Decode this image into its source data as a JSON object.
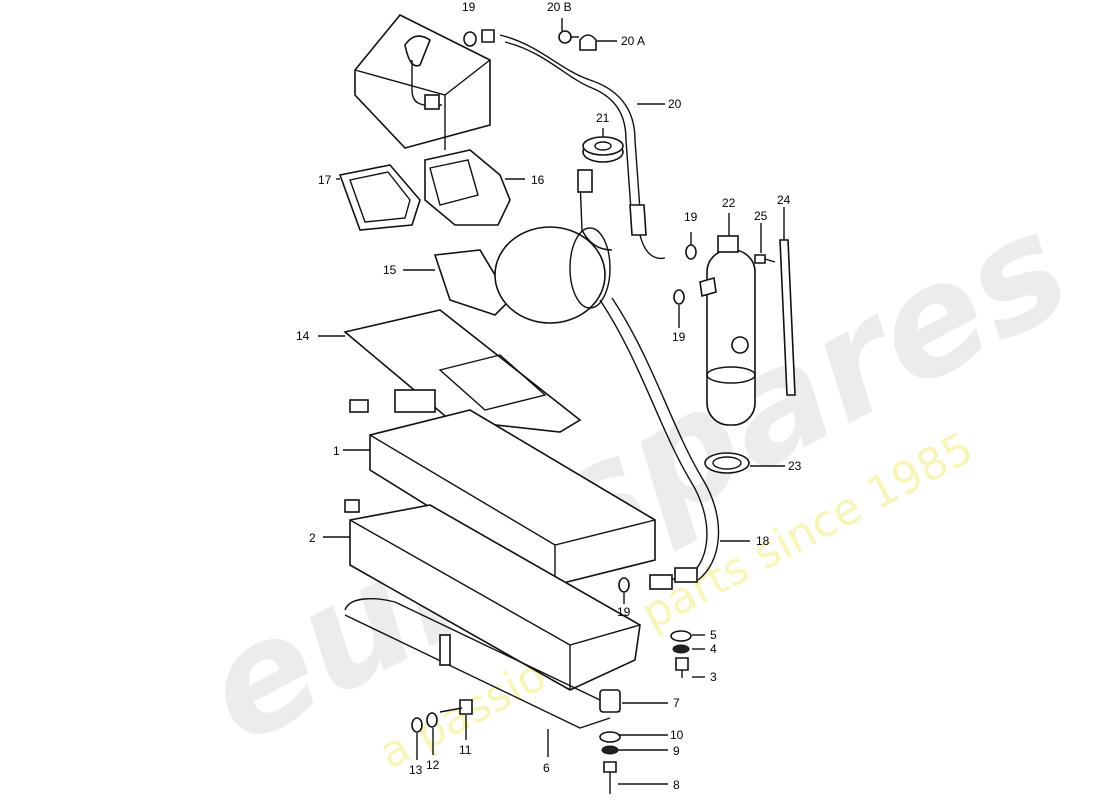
{
  "diagram": {
    "labels": {
      "p1": "1",
      "p2": "2",
      "p3": "3",
      "p4": "4",
      "p5": "5",
      "p6": "6",
      "p7": "7",
      "p8": "8",
      "p9": "9",
      "p10": "10",
      "p11": "11",
      "p12": "12",
      "p13": "13",
      "p14": "14",
      "p15": "15",
      "p16": "16",
      "p17": "17",
      "p18": "18",
      "p19a": "19",
      "p19b": "19",
      "p19c": "19",
      "p19d": "19",
      "p20": "20",
      "p20a": "20 A",
      "p20b": "20 B",
      "p21": "21",
      "p22": "22",
      "p23": "23",
      "p24": "24",
      "p25": "25"
    }
  },
  "watermark": {
    "brand": "eurospares",
    "tagline": "a passion for parts since 1985"
  }
}
